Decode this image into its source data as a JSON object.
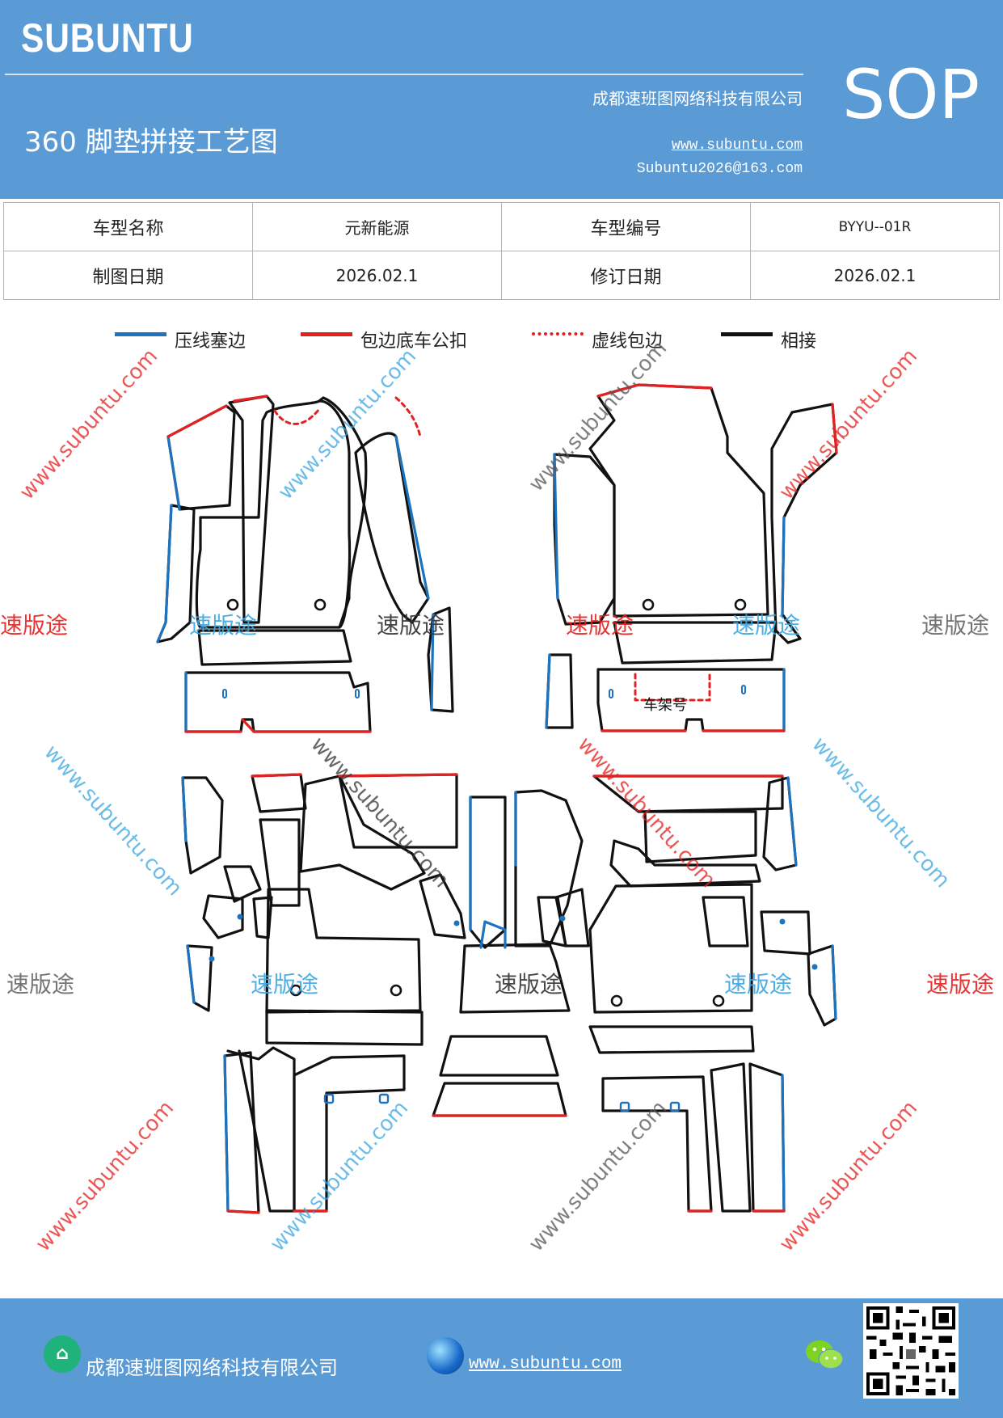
{
  "header": {
    "brand": "SUBUNTU",
    "doc_code": "SOP",
    "title": "360 脚垫拼接工艺图",
    "company": "成都速班图网络科技有限公司",
    "website": "www.subuntu.com",
    "email": "Subuntu2026@163.com"
  },
  "info_table": {
    "model_name_label": "车型名称",
    "model_name_value": "元新能源",
    "model_code_label": "车型编号",
    "model_code_value": "BYYU--01R",
    "draw_date_label": "制图日期",
    "draw_date_value": "2026.02.1",
    "revise_date_label": "修订日期",
    "revise_date_value": "2026.02.1"
  },
  "legend": [
    {
      "label": "压线塞边",
      "color": "#1e73be",
      "style": "solid"
    },
    {
      "label": "包边底车公扣",
      "color": "#e52020",
      "style": "solid"
    },
    {
      "label": "虚线包边",
      "color": "#e52020",
      "style": "dotted"
    },
    {
      "label": "相接",
      "color": "#111111",
      "style": "solid"
    }
  ],
  "pattern": {
    "frame_label": "车架号"
  },
  "watermarks": {
    "brand_cn": "速版途",
    "url": "www.subuntu.com"
  },
  "footer": {
    "company": "成都速班图网络科技有限公司",
    "website": "www.subuntu.com",
    "home_icon_glyph": "⌂"
  },
  "colors": {
    "header_bg": "#5b9bd5",
    "press_line": "#1e73be",
    "edge_red": "#e52020",
    "joint_black": "#111111"
  }
}
